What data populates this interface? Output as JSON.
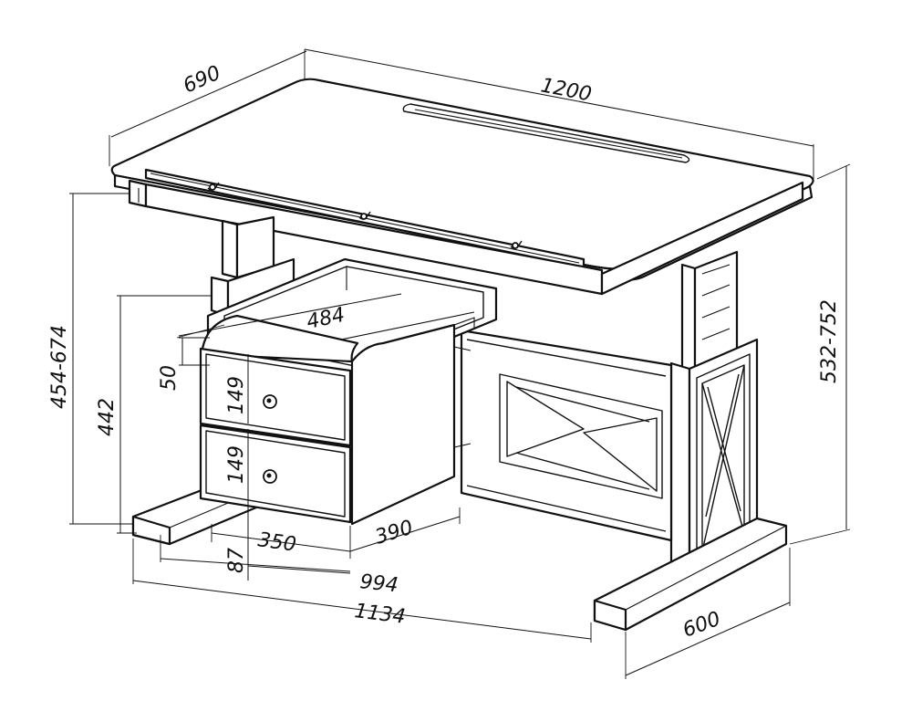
{
  "diagram": {
    "subject": "desk-with-drawer-unit",
    "dimensions": {
      "top_depth": "690",
      "top_width": "1200",
      "height_left": "454-674",
      "height_right": "532-752",
      "drawer_unit_height": "442",
      "drawer_inner_width": "484",
      "drawer_top_rim": "50",
      "drawer_front_1": "149",
      "drawer_front_2": "149",
      "drawer_base_depth": "350",
      "drawer_base_width": "390",
      "drawer_floor_gap": "87",
      "inner_leg_span": "994",
      "overall_length": "1134",
      "base_depth": "600"
    },
    "colors": {
      "line": "#111111",
      "background": "#ffffff"
    }
  }
}
